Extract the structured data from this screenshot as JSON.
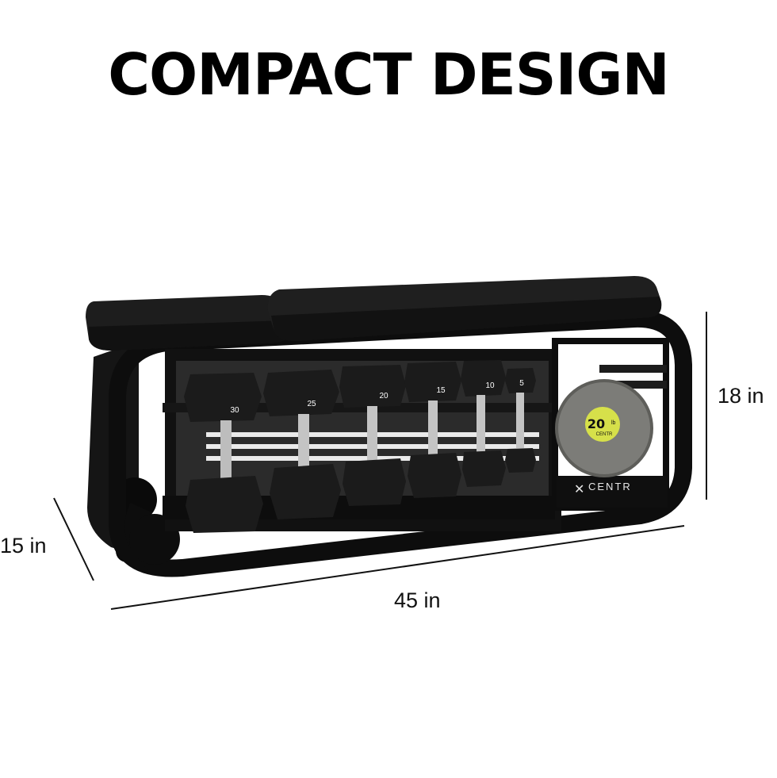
{
  "title": "COMPACT DESIGN",
  "dimensions": {
    "height": "18 in",
    "depth": "15 in",
    "width": "45 in"
  },
  "brand": {
    "logo_text": "CENTR"
  },
  "dumbbells": [
    {
      "weight": "30"
    },
    {
      "weight": "25"
    },
    {
      "weight": "20"
    },
    {
      "weight": "15"
    },
    {
      "weight": "10"
    },
    {
      "weight": "5"
    }
  ],
  "medicine_ball": {
    "weight": "20",
    "unit": "lb",
    "brand": "CENTR"
  },
  "colors": {
    "frame": "#0d0d0d",
    "cushion": "#1f1f1f",
    "chrome": "#b8b8b8",
    "ball": "#7c7c78",
    "ball_badge": "#d6e04a"
  }
}
